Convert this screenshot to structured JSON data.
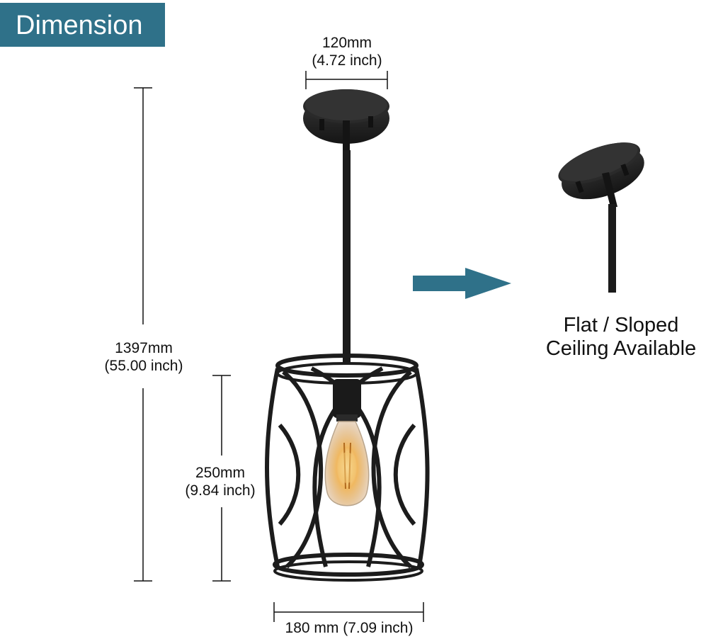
{
  "header": {
    "title": "Dimension"
  },
  "dimensions": {
    "canopy_width": {
      "mm": "120mm",
      "inch": "(4.72 inch)"
    },
    "total_height": {
      "mm": "1397mm",
      "inch": "(55.00 inch)"
    },
    "shade_height": {
      "mm": "250mm",
      "inch": "(9.84 inch)"
    },
    "shade_width": {
      "text": "180 mm (7.09 inch)"
    }
  },
  "callout": {
    "line1": "Flat / Sloped",
    "line2": "Ceiling Available"
  },
  "colors": {
    "accent": "#2f7189",
    "fixture": "#1c1c1c",
    "bulb_glow": "#e8a040"
  }
}
